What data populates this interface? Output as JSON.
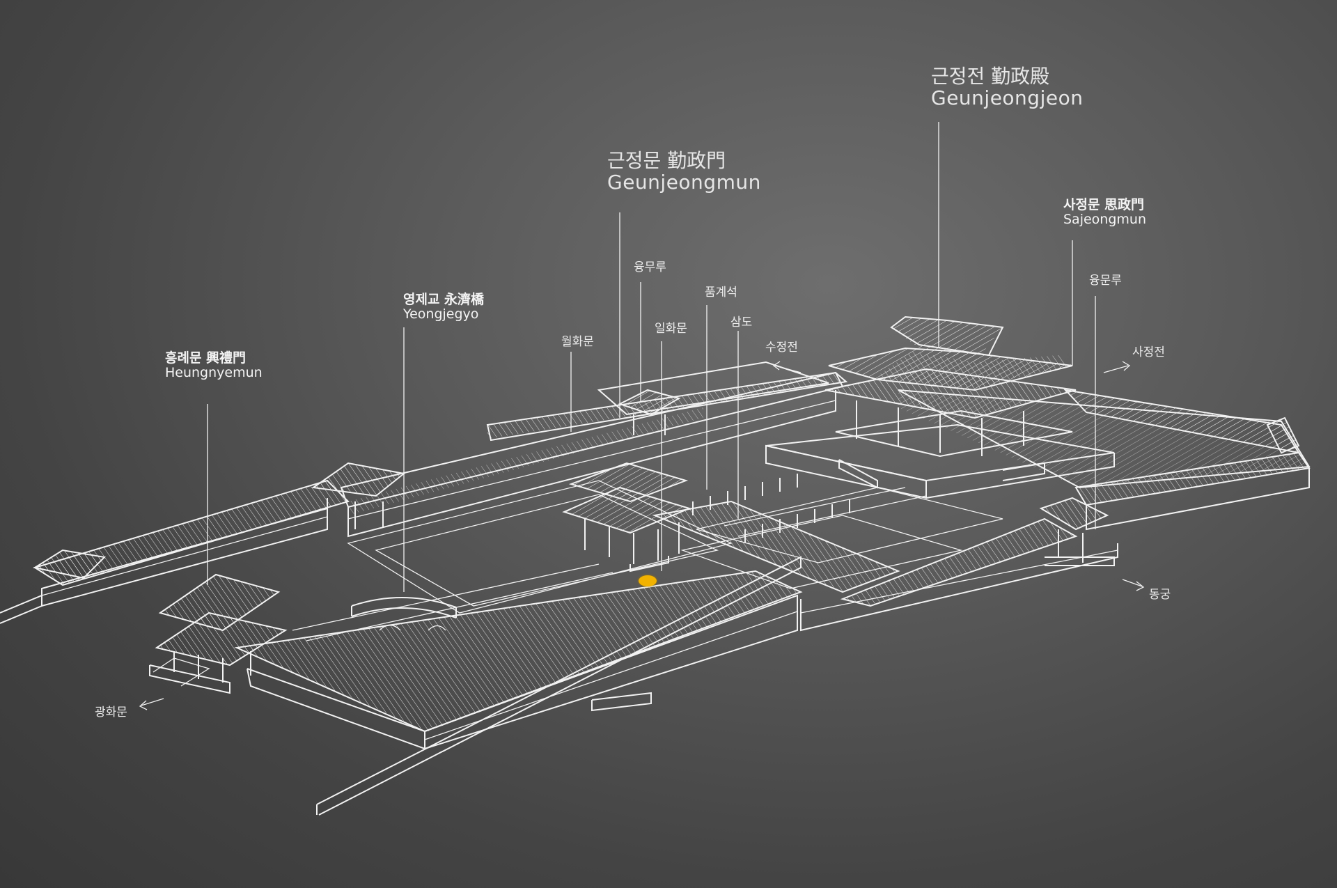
{
  "labels": {
    "geunjeongjeon": {
      "ko": "근정전 勤政殿",
      "en": "Geunjeongjeon"
    },
    "geunjeongmun": {
      "ko": "근정문 勤政門",
      "en": "Geunjeongmun"
    },
    "sajeongmun": {
      "ko": "사정문 思政門",
      "en": "Sajeongmun"
    },
    "yeongjegyo": {
      "ko": "영제교 永濟橋",
      "en": "Yeongjegyo"
    },
    "heungnyemun": {
      "ko": "흥례문 興禮門",
      "en": "Heungnyemun"
    },
    "yongmuru": "융무루",
    "pumgyeseok": "품계석",
    "wolhwamun": "월화문",
    "ilhwamun": "일화문",
    "samdo": "삼도",
    "sujeongjeon": "수정전",
    "yongmunru": "융문루",
    "sajeongjeon": "사정전",
    "donggung": "동궁",
    "gwanghwamun": "광화문"
  },
  "colors": {
    "background": "#555555",
    "line": "#f2f2f2",
    "marker": "#f2b200"
  }
}
